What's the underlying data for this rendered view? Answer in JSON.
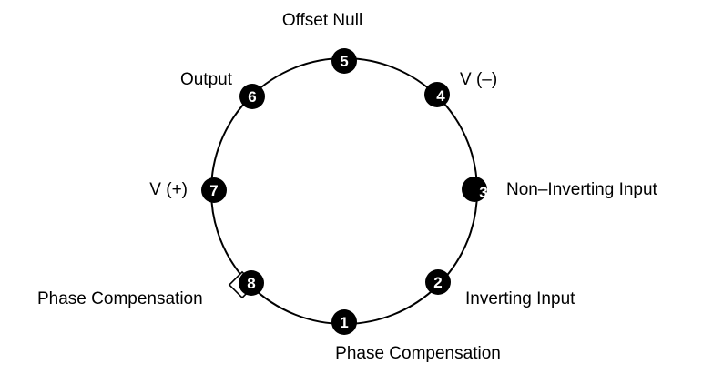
{
  "colors": {
    "background": "#ffffff",
    "pin_fill": "#000000",
    "pin_number": "#ffffff",
    "ring": "#000000",
    "label": "#000000"
  },
  "pins": [
    {
      "number": "1",
      "label": "Phase Compensation"
    },
    {
      "number": "2",
      "label": "Inverting Input"
    },
    {
      "number": "3",
      "label": "Non–Inverting Input"
    },
    {
      "number": "4",
      "label": "V (–)"
    },
    {
      "number": "5",
      "label": "Offset Null"
    },
    {
      "number": "6",
      "label": "Output"
    },
    {
      "number": "7",
      "label": "V (+)"
    },
    {
      "number": "8",
      "label": "Phase Compensation"
    }
  ],
  "pin1_marker_icon": "square-outline-icon"
}
